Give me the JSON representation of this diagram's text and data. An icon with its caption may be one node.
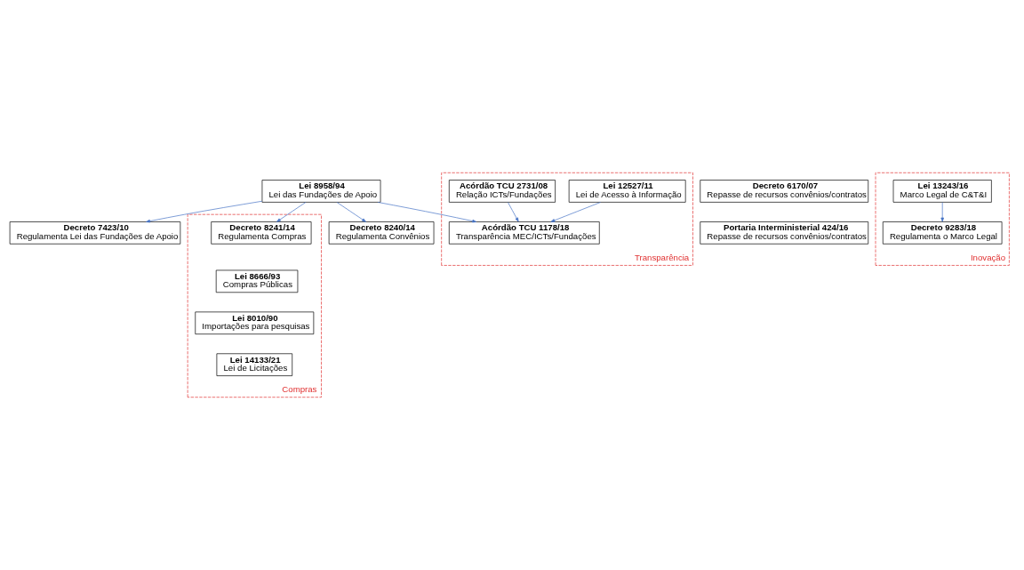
{
  "diagram": {
    "nodes": [
      {
        "text": [
          "Lei 8958/94",
          "Lei das Fundações de Apoio"
        ]
      },
      {
        "text": [
          "Decreto 7423/10",
          "Regulamenta Lei das Fundações de Apoio"
        ]
      },
      {
        "text": [
          "Compras"
        ]
      },
      {
        "text": [
          "Decreto 8241/14",
          "Regulamenta Compras"
        ],
        "in": 2
      },
      {
        "text": [
          "Lei 8666/93",
          "Compras Públicas"
        ],
        "in": 2
      },
      {
        "text": [
          "Lei 8010/90",
          "Importações para pesquisas"
        ],
        "in": 2
      },
      {
        "text": [
          "Lei 14133/21",
          "Lei de Licitações"
        ],
        "in": 2
      },
      {
        "text": [
          "Decreto 8240/14",
          "Regulamenta Convênios"
        ]
      },
      {
        "text": [
          "Decreto 6170/07",
          "Repasse de recursos convênios/contratos"
        ]
      },
      {
        "text": [
          "Portaria Interministerial 424/16",
          "Repasse de recursos convênios/contratos"
        ]
      },
      {
        "text": [
          "Transparência"
        ]
      },
      {
        "text": [
          "Lei 12527/11",
          "Lei de Acesso à Informação"
        ],
        "in": 10
      },
      {
        "text": [
          "Acórdão TCU 2731/08",
          "Relação ICTs/Fundações"
        ],
        "in": 10
      },
      {
        "text": [
          "Acórdão TCU 1178/18",
          "Transparência MEC/ICTs/Fundações"
        ],
        "in": 10
      },
      {
        "text": [
          "Inovação"
        ]
      },
      {
        "text": [
          "Lei 13243/16",
          "Marco Legal de C&T&I"
        ],
        "in": 14
      },
      {
        "text": [
          "Decreto 9283/18",
          "Regulamenta o Marco Legal"
        ],
        "in": 14
      }
    ],
    "edges": [
      {
        "from": 0,
        "to": 1,
        "arrow": "to"
      },
      {
        "from": 0,
        "to": 3,
        "arrow": "to"
      },
      {
        "from": 0,
        "to": 7,
        "arrow": "to"
      },
      {
        "from": 0,
        "to": 13,
        "arrow": "to"
      },
      {
        "from": 11,
        "to": 13,
        "arrow": "to"
      },
      {
        "from": 12,
        "to": 13,
        "arrow": "to"
      },
      {
        "from": 15,
        "to": 16,
        "arrow": "to"
      }
    ]
  }
}
